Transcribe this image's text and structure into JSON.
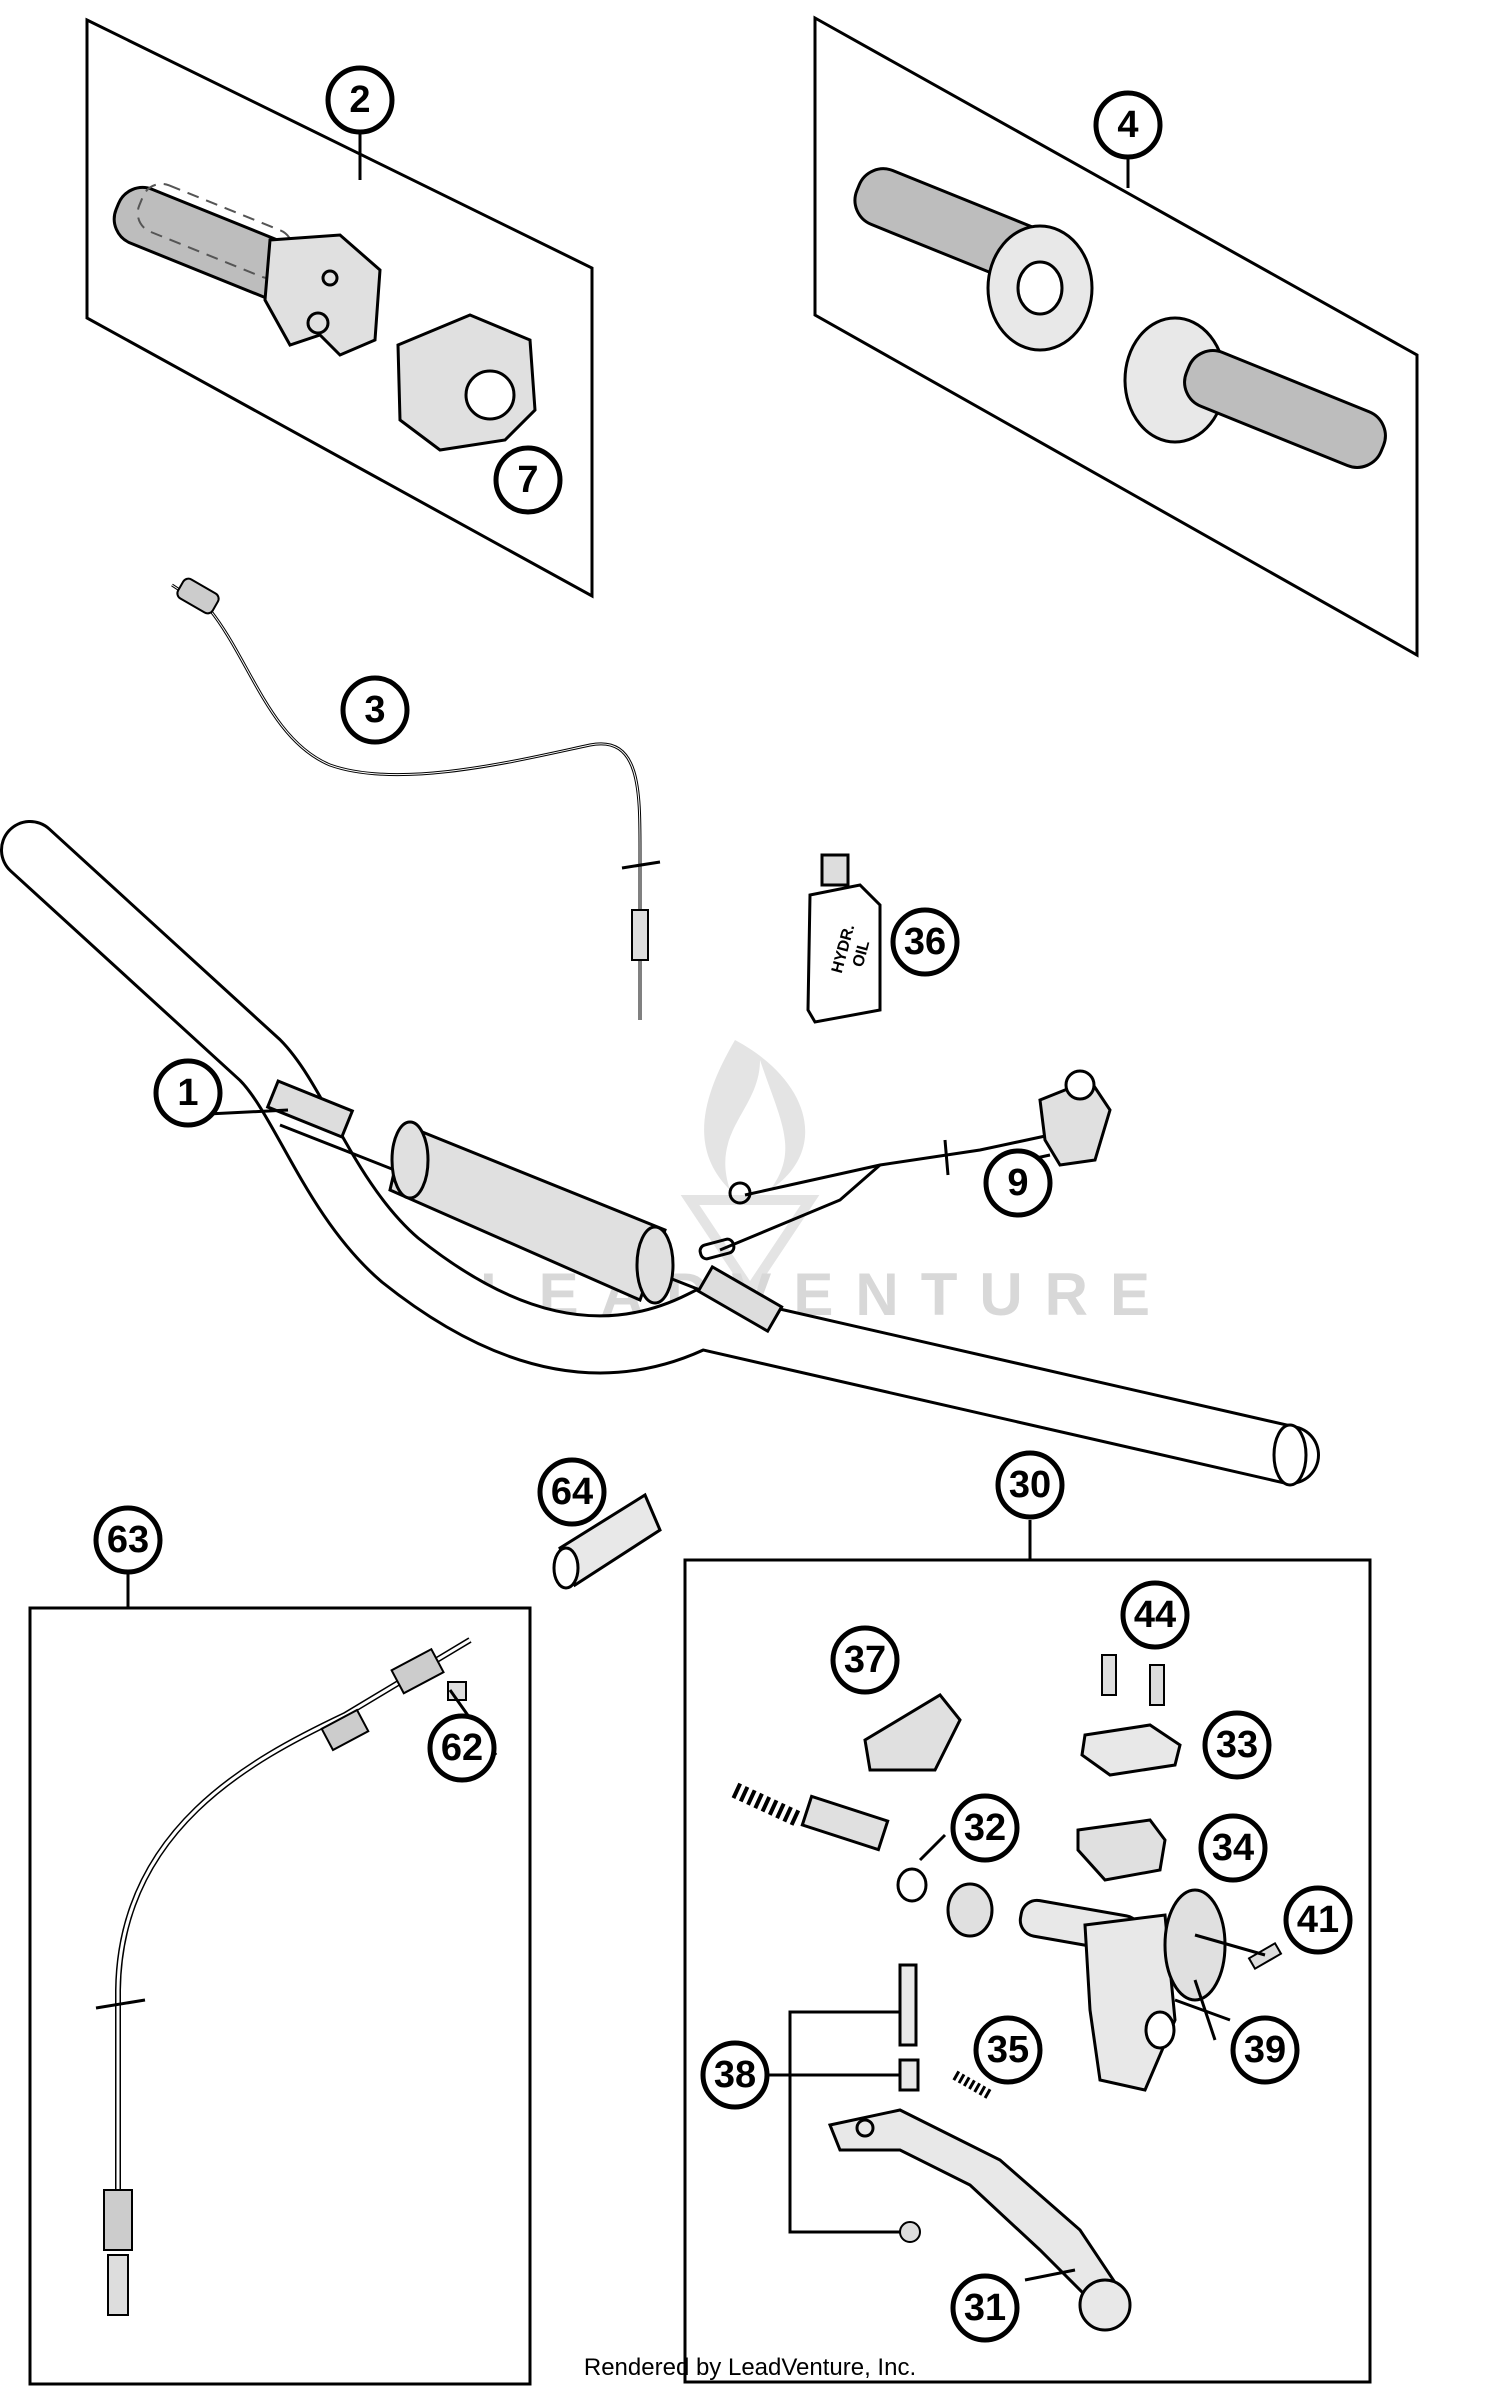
{
  "diagram": {
    "callouts": {
      "c2": "2",
      "c4": "4",
      "c7": "7",
      "c3": "3",
      "c36": "36",
      "c1": "1",
      "c9": "9",
      "c64": "64",
      "c30": "30",
      "c63": "63",
      "c44": "44",
      "c37": "37",
      "c33": "33",
      "c62": "62",
      "c32": "32",
      "c34": "34",
      "c41": "41",
      "c39": "39",
      "c38": "38",
      "c35": "35",
      "c31": "31"
    },
    "bottle_label": [
      "HYDR.",
      "OIL"
    ],
    "watermark": "LEADVENTURE",
    "footer": "Rendered by LeadVenture, Inc."
  }
}
